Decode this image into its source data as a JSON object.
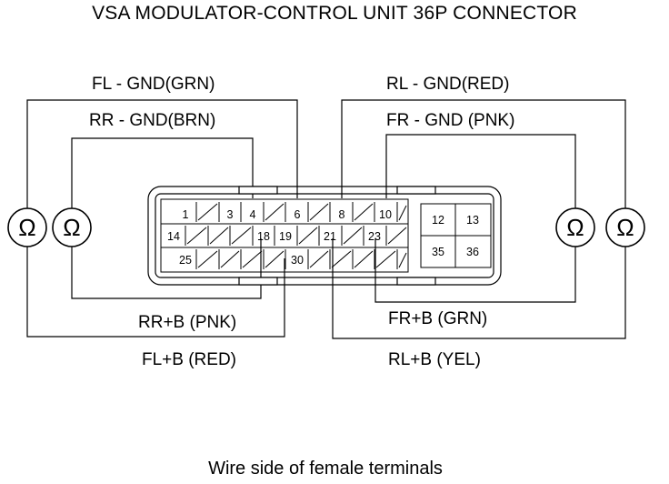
{
  "title": "VSA MODULATOR-CONTROL UNIT 36P CONNECTOR",
  "caption": "Wire side of female terminals",
  "labels": {
    "fl_gnd": "FL - GND(GRN)",
    "rr_gnd": "RR - GND(BRN)",
    "rl_gnd": "RL - GND(RED)",
    "fr_gnd": "FR - GND (PNK)",
    "rr_b": "RR+B (PNK)",
    "fl_b": "FL+B (RED)",
    "fr_b": "FR+B (GRN)",
    "rl_b": "RL+B (YEL)"
  },
  "ohm_symbol": "Ω",
  "pins": {
    "p1": "1",
    "p3": "3",
    "p4": "4",
    "p6": "6",
    "p8": "8",
    "p10": "10",
    "p14": "14",
    "p18": "18",
    "p19": "19",
    "p21": "21",
    "p23": "23",
    "p25": "25",
    "p30": "30",
    "p12": "12",
    "p13": "13",
    "p35": "35",
    "p36": "36"
  }
}
